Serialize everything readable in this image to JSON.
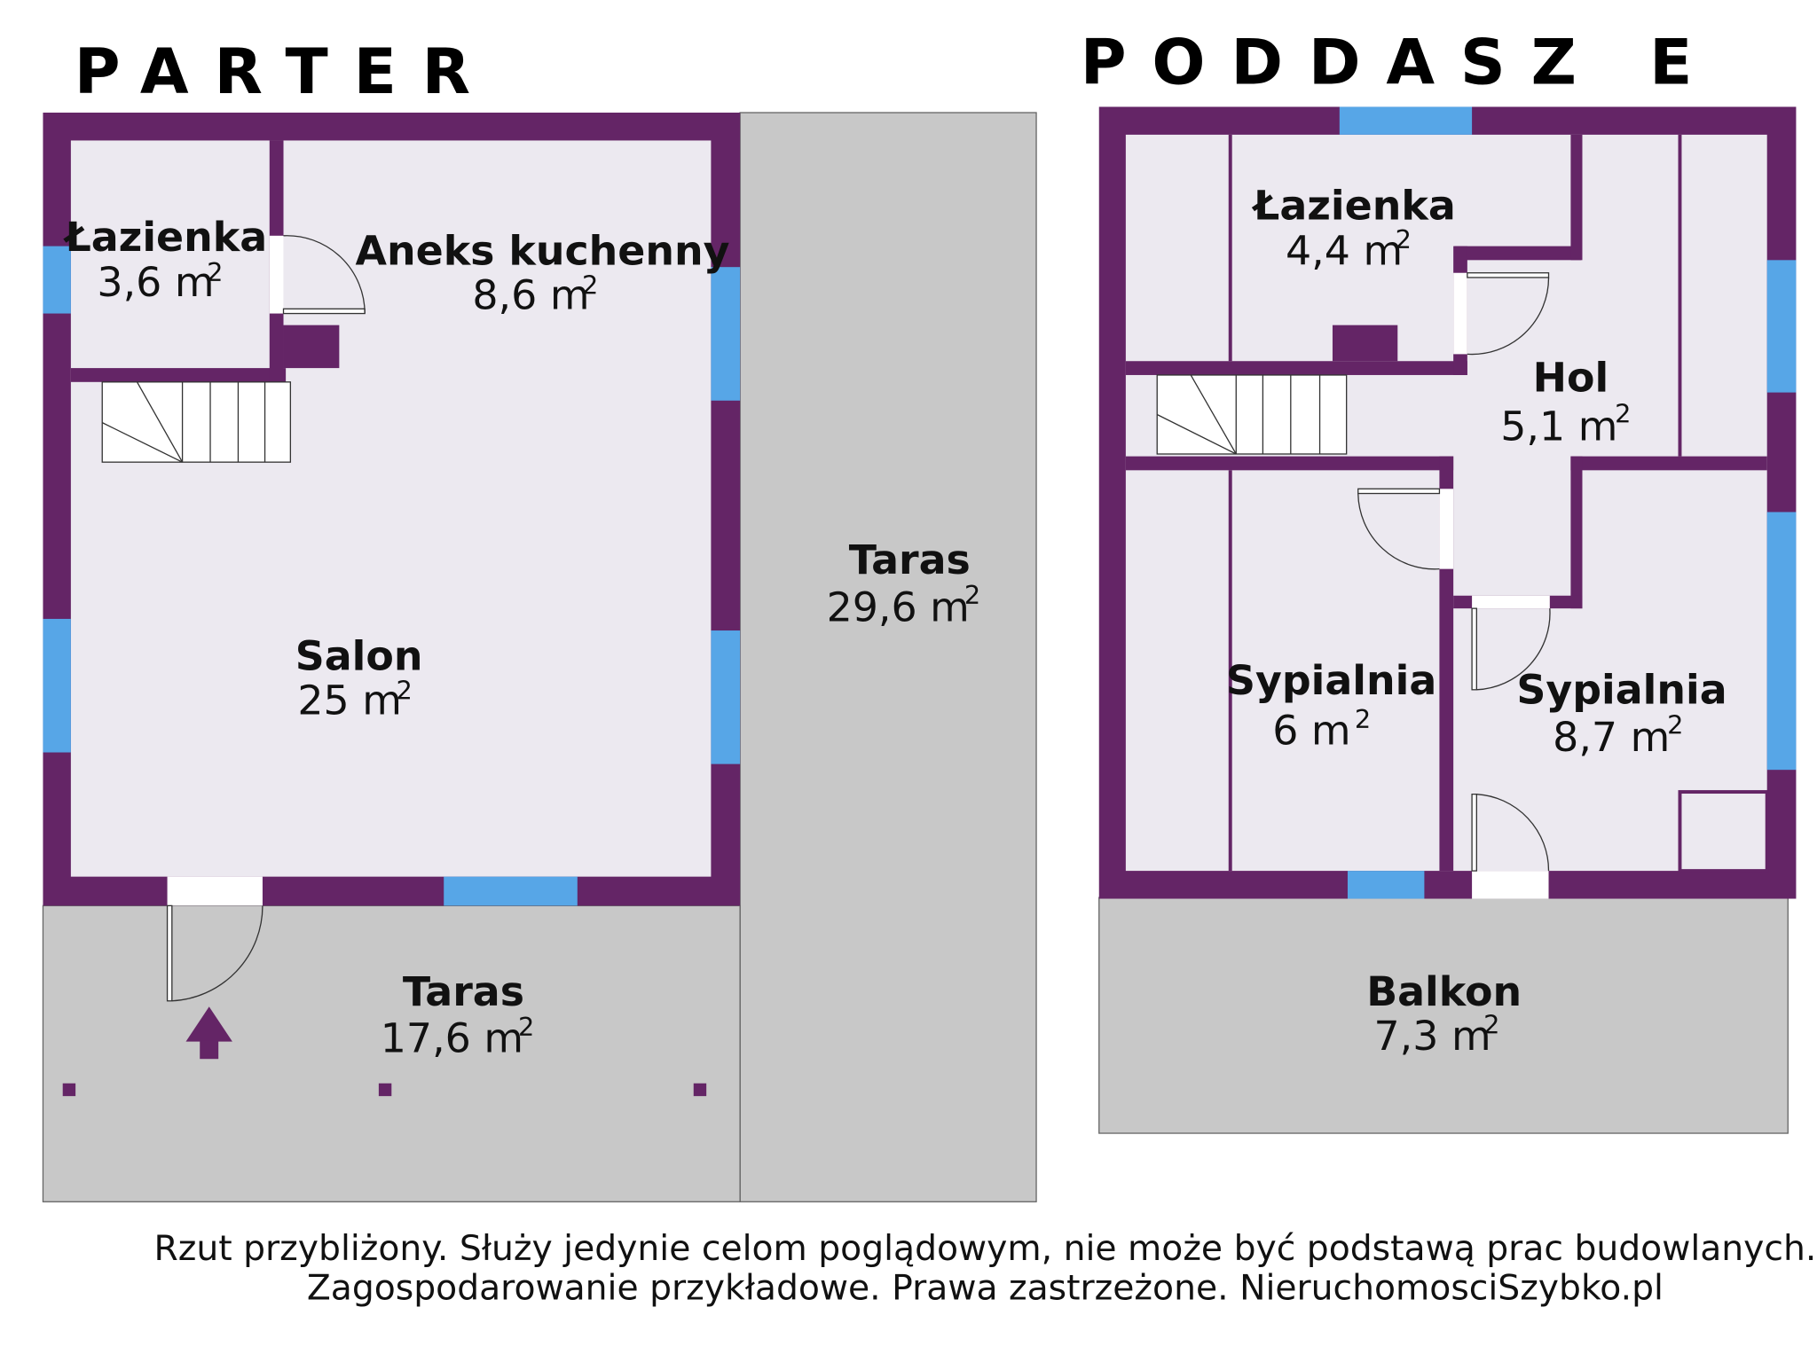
{
  "colors": {
    "wall": "#642566",
    "window": "#57a6e7",
    "floor": "#ece9f0",
    "terrace": "#c8c8c8"
  },
  "ground_floor": {
    "title": "PARTER",
    "rooms": {
      "bathroom": {
        "name": "Łazienka",
        "area": "3,6 m",
        "unit_exp": "2"
      },
      "kitchenette": {
        "name": "Aneks kuchenny",
        "area": "8,6 m",
        "unit_exp": "2"
      },
      "living_room": {
        "name": "Salon",
        "area": "25 m",
        "unit_exp": "2"
      },
      "terrace_side": {
        "name": "Taras",
        "area": "29,6 m",
        "unit_exp": "2"
      },
      "terrace_front": {
        "name": "Taras",
        "area": "17,6 m",
        "unit_exp": "2"
      }
    }
  },
  "attic": {
    "title": "PODDASZ E",
    "rooms": {
      "bathroom": {
        "name": "Łazienka",
        "area": "4,4 m",
        "unit_exp": "2"
      },
      "hall": {
        "name": "Hol",
        "area": "5,1 m",
        "unit_exp": "2"
      },
      "bedroom_small": {
        "name": "Sypialnia",
        "area": "6  m",
        "unit_exp": "2"
      },
      "bedroom_large": {
        "name": "Sypialnia",
        "area": "8,7 m",
        "unit_exp": "2"
      },
      "balcony": {
        "name": "Balkon",
        "area": "7,3 m",
        "unit_exp": "2"
      }
    }
  },
  "footer": {
    "line1": "Rzut przybliżony. Służy jedynie celom poglądowym, nie może być podstawą prac budowlanych.",
    "line2": "Zagospodarowanie przykładowe. Prawa zastrzeżone. NieruchomosciSzybko.pl"
  }
}
